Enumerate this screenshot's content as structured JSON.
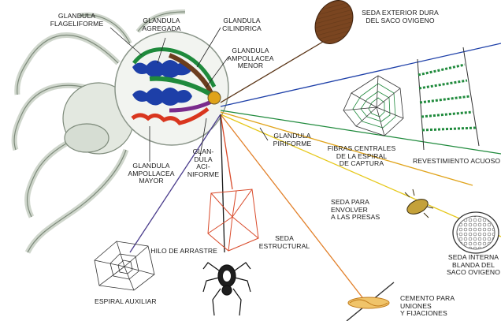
{
  "labels": {
    "glandula_flageliforme": [
      "GLANDULA",
      "FLAGELIFORME"
    ],
    "glandula_agregada": [
      "GLANDULA",
      "AGREGADA"
    ],
    "glandula_cilindrica": [
      "GLANDULA",
      "CILINDRICA"
    ],
    "glandula_ampollacea_menor": [
      "GLANDULA",
      "AMPOLLACEA",
      "MENOR"
    ],
    "seda_exterior": [
      "SEDA EXTERIOR DURA",
      "DEL SACO OVIGENO"
    ],
    "glandula_piriforme": [
      "GLANDULA",
      "PIRIFORME"
    ],
    "fibras_centrales": [
      "FIBRAS CENTRALES",
      "DE LA ESPIRAL",
      "DE CAPTURA"
    ],
    "revestimiento": [
      "REVESTIMIENTO ACUOSO"
    ],
    "glandula_ampollacea_mayor": [
      "GLANDULA",
      "AMPOLLACEA",
      "MAYOR"
    ],
    "glandula_aciniforme": [
      "GLAN-",
      "DULA",
      "ACI-",
      "NIFORME"
    ],
    "seda_envolver": [
      "SEDA PARA",
      "ENVOLVER",
      "A LAS PRESAS"
    ],
    "seda_interna": [
      "SEDA INTERNA",
      "BLANDA DEL",
      "SACO OVIGENO"
    ],
    "seda_estructural": [
      "SEDA",
      "ESTRUCTURAL"
    ],
    "hilo_arrastre": [
      "HILO DE ARRASTRE"
    ],
    "espiral_auxiliar": [
      "ESPIRAL AUXILIAR"
    ],
    "cemento": [
      "CEMENTO PARA",
      "UNIONES",
      "Y FIJACIONES"
    ]
  },
  "colors": {
    "flageliforme": "#1f8a3c",
    "agregada": "#1d3fa8",
    "cilindrica": "#6b3d1e",
    "ampollacea_menor": "#7a2b8c",
    "ampollacea_mayor": "#d9361e",
    "aciniforme": "#4a3c8c",
    "piriforme": "#e0a31a",
    "line_yellow": "#e6c81a",
    "line_orange": "#e2802a",
    "line_red": "#d94a2a"
  }
}
